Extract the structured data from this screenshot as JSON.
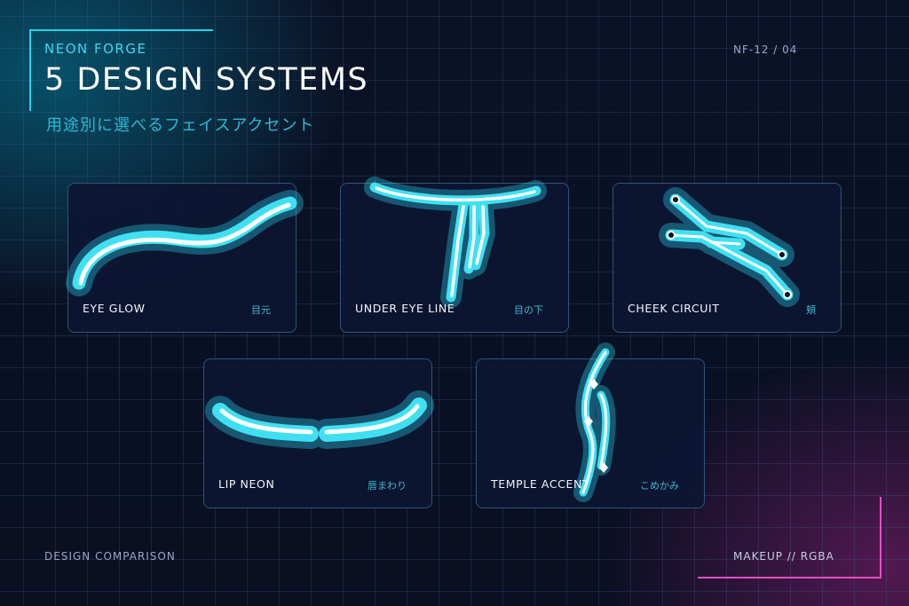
{
  "header": {
    "brand": "NEON FORGE",
    "title": "5 DESIGN SYSTEMS",
    "subtitle": "用途別に選べるフェイスアクセント",
    "code": "NF-12 / 04"
  },
  "cards": [
    {
      "label": "EYE GLOW",
      "sub": "目元",
      "icon": "eye-glow-icon"
    },
    {
      "label": "UNDER EYE LINE",
      "sub": "目の下",
      "icon": "under-eye-line-icon"
    },
    {
      "label": "CHEEK CIRCUIT",
      "sub": "頬",
      "icon": "cheek-circuit-icon"
    },
    {
      "label": "LIP NEON",
      "sub": "唇まわり",
      "icon": "lip-neon-icon"
    },
    {
      "label": "TEMPLE ACCENT",
      "sub": "こめかみ",
      "icon": "temple-accent-icon"
    }
  ],
  "footer": {
    "left": "DESIGN COMPARISON",
    "right": "MAKEUP // RGBA"
  },
  "colors": {
    "accent_cyan": "#1fd2ea",
    "accent_magenta": "#e24fc5",
    "background": "#0a1022"
  }
}
